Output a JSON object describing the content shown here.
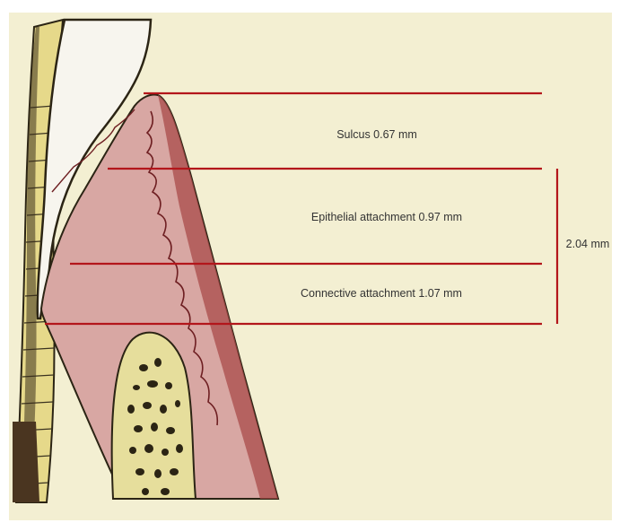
{
  "diagram": {
    "labels": {
      "sulcus": "Sulcus 0.67 mm",
      "epithelial": "Epithelial attachment 0.97 mm",
      "connective": "Connective attachment 1.07 mm",
      "total": "2.04 mm"
    },
    "colors": {
      "background": "#f3efd2",
      "measure_line": "#b3161b",
      "gingiva": "#d8a7a3",
      "gingiva_edge": "#a94b4a",
      "enamel": "#f7f5ee",
      "bone": "#e6de9c",
      "root": "#e9e2a8"
    }
  }
}
